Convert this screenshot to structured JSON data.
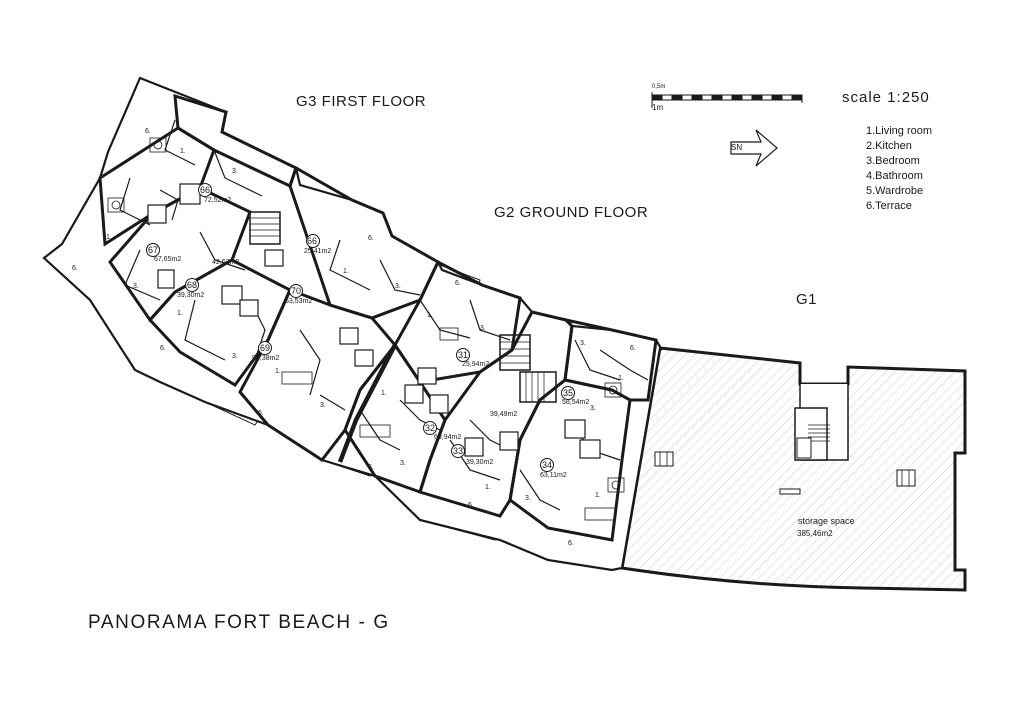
{
  "floors": {
    "g3": "G3  FIRST FLOOR",
    "g2": "G2  GROUND FLOOR",
    "g1": "G1"
  },
  "scale": {
    "label": "scale 1:250",
    "bar_small": "0,5m",
    "bar_unit": "1m"
  },
  "north_arrow_text": "SN",
  "legend": [
    "1.Living room",
    "2.Kitchen",
    "3.Bedroom",
    "4.Bathroom",
    "5.Wardrobe",
    "6.Terrace"
  ],
  "units": [
    {
      "no": "66",
      "area": "72,52m2"
    },
    {
      "no": "66",
      "area": "25,41m2"
    },
    {
      "no": "67",
      "area": "67,65m2"
    },
    {
      "no": "",
      "area": "42,62m2"
    },
    {
      "no": "68",
      "area": "39,30m2"
    },
    {
      "no": "70",
      "area": "63,53m2"
    },
    {
      "no": "69",
      "area": "98,38m2"
    },
    {
      "no": "31",
      "area": "25,94m2"
    },
    {
      "no": "35",
      "area": "58,54m2"
    },
    {
      "no": "",
      "area": "39,49m2"
    },
    {
      "no": "32",
      "area": "69,94m2"
    },
    {
      "no": "33",
      "area": "39,30m2"
    },
    {
      "no": "34",
      "area": "63,11m2"
    }
  ],
  "storage": {
    "label": "storage space",
    "area": "385,46m2"
  },
  "title": "PANORAMA FORT BEACH - G",
  "colors": {
    "line": "#1a1a1a",
    "wall": "#2a2a2a",
    "hatch": "#9a9a9a"
  }
}
